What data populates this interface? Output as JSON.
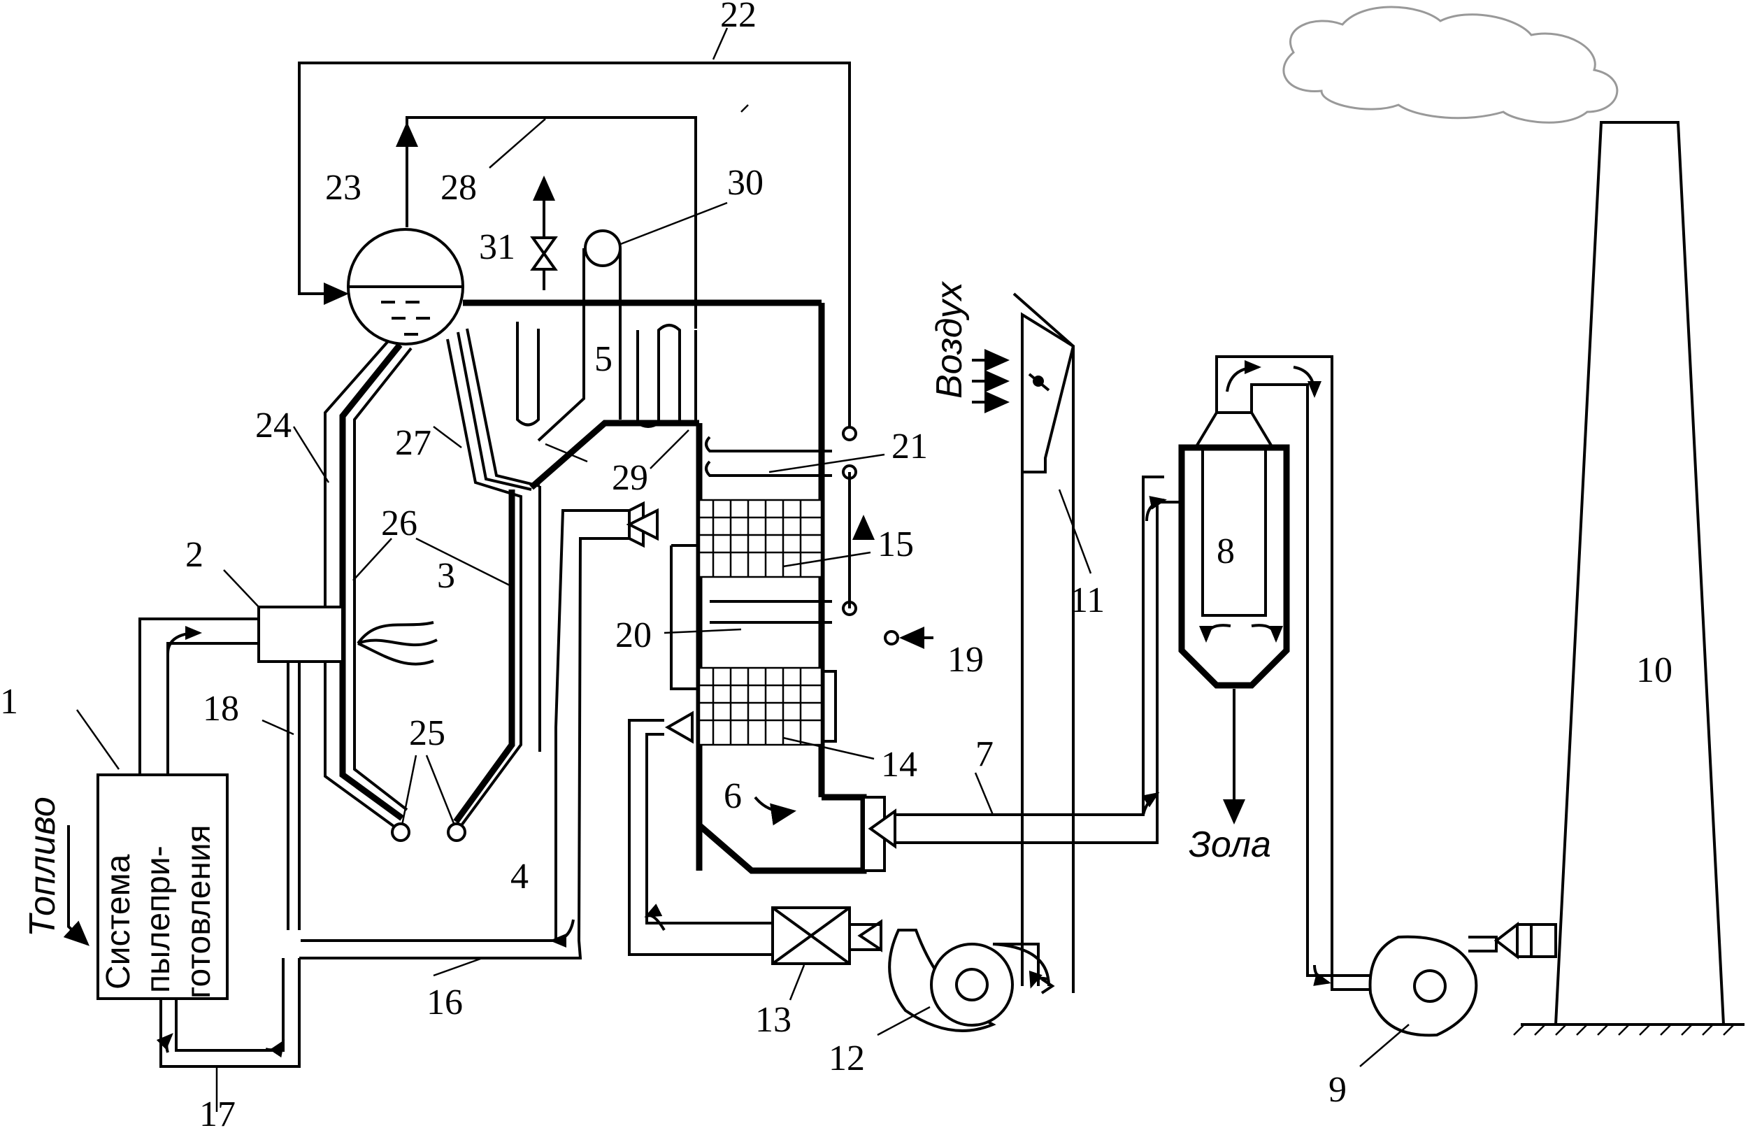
{
  "labels": {
    "fuel": "Топливо",
    "air": "Воздух",
    "ash": "Зола",
    "prep_system_line1": "Система",
    "prep_system_line2": "пылепри-",
    "prep_system_line3": "готовления"
  },
  "numbers": {
    "n1": "1",
    "n2": "2",
    "n3": "3",
    "n4": "4",
    "n5": "5",
    "n6": "6",
    "n7": "7",
    "n8": "8",
    "n9": "9",
    "n10": "10",
    "n11": "11",
    "n12": "12",
    "n13": "13",
    "n14": "14",
    "n15": "15",
    "n16": "16",
    "n17": "17",
    "n18": "18",
    "n19": "19",
    "n20": "20",
    "n21": "21",
    "n22": "22",
    "n23": "23",
    "n24": "24",
    "n25": "25",
    "n26": "26",
    "n27": "27",
    "n28": "28",
    "n29": "29",
    "n30": "30",
    "n31": "31"
  }
}
